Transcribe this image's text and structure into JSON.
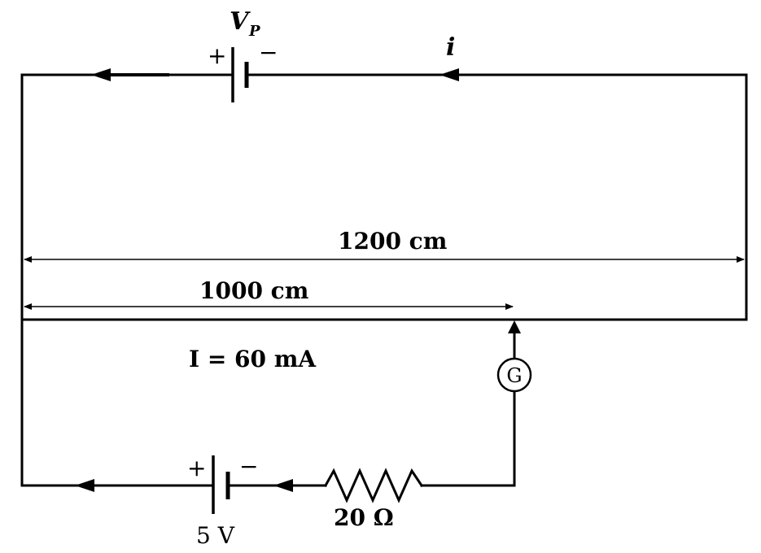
{
  "driver_cell": {
    "label": "V",
    "subscript": "P",
    "plus": "+",
    "minus": "−"
  },
  "current_label": "i",
  "wire_length_label": "1200 cm",
  "balance_length_label": "1000 cm",
  "test_current_label": "I = 60 mA",
  "galvanometer_label": "G",
  "test_cell": {
    "label": "5 V",
    "plus": "+",
    "minus": "−"
  },
  "resistor_label": "20 Ω"
}
